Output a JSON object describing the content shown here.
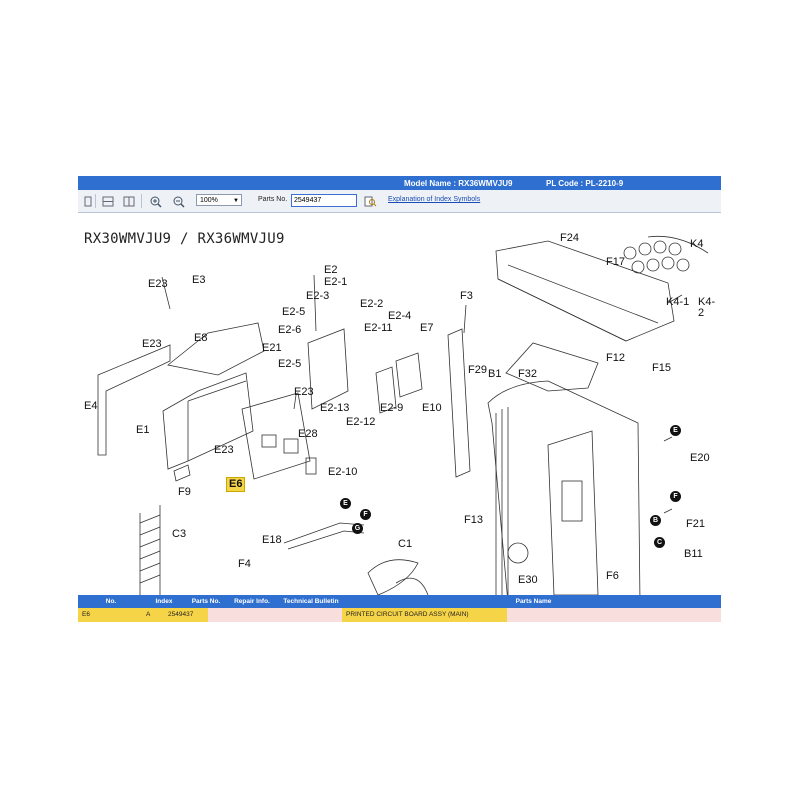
{
  "header": {
    "model_name": "Model Name : RX36WMVJU9",
    "pl_code": "PL Code : PL-2210-9"
  },
  "toolbar": {
    "zoom_value": "100%",
    "parts_no_label": "Parts No.",
    "parts_no_value": "2549437",
    "explanation_link": "Explanation of Index Symbols",
    "icons": [
      "layout-single-icon",
      "layout-horizontal-icon",
      "layout-vertical-icon",
      "zoom-in-icon",
      "zoom-out-icon",
      "search-parts-icon"
    ]
  },
  "diagram": {
    "title": "RX30WMVJU9 / RX36WMVJU9",
    "highlighted_part": "E6",
    "labels": [
      "F24",
      "K4",
      "F17",
      "K4-1",
      "K4-2",
      "E23",
      "E3",
      "E2",
      "E2-1",
      "E2-3",
      "E2-5",
      "E2-6",
      "E2-2",
      "E2-11",
      "E2-4",
      "E7",
      "F3",
      "E23",
      "E8",
      "E21",
      "E2-5",
      "F12",
      "F15",
      "E4",
      "E23",
      "E2-13",
      "E2-9",
      "E10",
      "E2-12",
      "F29",
      "B1",
      "F32",
      "E1",
      "E28",
      "E23",
      "E2-10",
      "E6",
      "E20",
      "F9",
      "F21",
      "C3",
      "F13",
      "B11",
      "E18",
      "C1",
      "E30",
      "F6",
      "F4"
    ],
    "circle_markers": [
      "E",
      "F",
      "G",
      "E",
      "F",
      "B",
      "C"
    ]
  },
  "grid": {
    "columns": [
      "No.",
      "Index",
      "Parts No.",
      "Repair Info.",
      "Technical Bulletin",
      "Parts Name"
    ],
    "row": {
      "no": "E6",
      "index": "A",
      "parts_no": "2549437",
      "repair_info": "",
      "technical_bulletin": "",
      "parts_name": "PRINTED CIRCUIT BOARD ASSY (MAIN)"
    }
  },
  "colors": {
    "header_blue": "#2f6fd0",
    "highlight_yellow": "#f5d447",
    "row_pink": "#f9dede"
  }
}
